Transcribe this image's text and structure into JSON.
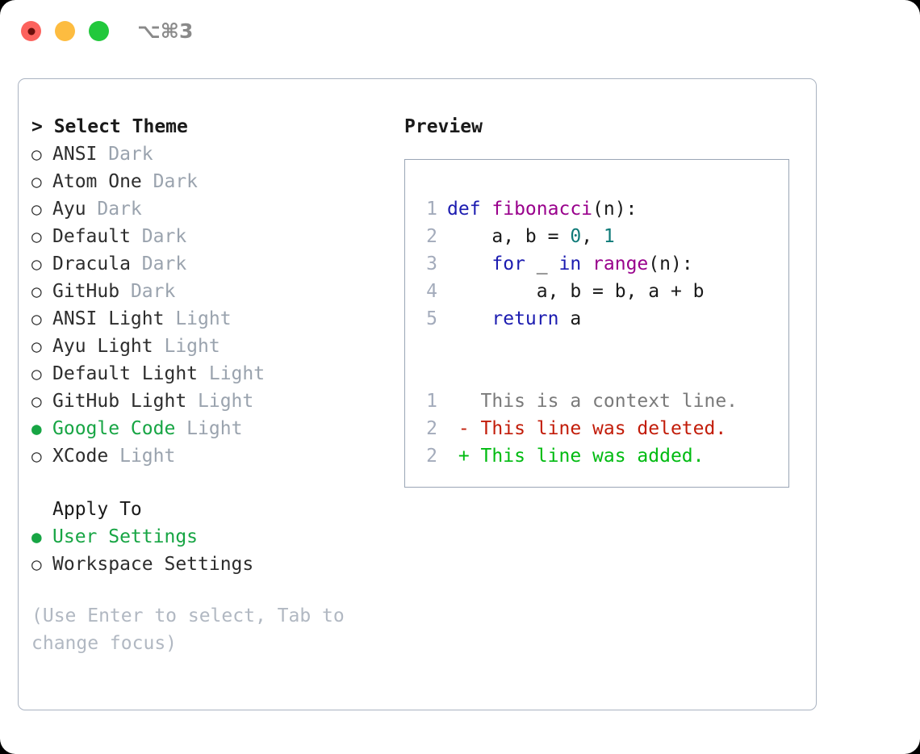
{
  "titlebar": {
    "shortcut": "⌥⌘3",
    "buttons": [
      {
        "name": "close",
        "color": "#fc625d"
      },
      {
        "name": "minimize",
        "color": "#fdbc40"
      },
      {
        "name": "zoom",
        "color": "#22c83c"
      }
    ]
  },
  "theme_picker": {
    "prompt": ">",
    "title": "> Select Theme",
    "marker_unselected": "○",
    "marker_selected": "●",
    "options": [
      {
        "name": "ANSI",
        "variant": "Dark",
        "selected": false
      },
      {
        "name": "Atom One",
        "variant": "Dark",
        "selected": false
      },
      {
        "name": "Ayu",
        "variant": "Dark",
        "selected": false
      },
      {
        "name": "Default",
        "variant": "Dark",
        "selected": false
      },
      {
        "name": "Dracula",
        "variant": "Dark",
        "selected": false
      },
      {
        "name": "GitHub",
        "variant": "Dark",
        "selected": false
      },
      {
        "name": "ANSI Light",
        "variant": "Light",
        "selected": false
      },
      {
        "name": "Ayu Light",
        "variant": "Light",
        "selected": false
      },
      {
        "name": "Default Light",
        "variant": "Light",
        "selected": false
      },
      {
        "name": "GitHub Light",
        "variant": "Light",
        "selected": false
      },
      {
        "name": "Google Code",
        "variant": "Light",
        "selected": true
      },
      {
        "name": "XCode",
        "variant": "Light",
        "selected": false
      }
    ]
  },
  "apply_to": {
    "label": "Apply To",
    "options": [
      {
        "name": "User Settings",
        "selected": true
      },
      {
        "name": "Workspace Settings",
        "selected": false
      }
    ]
  },
  "hint": "(Use Enter to select, Tab to change focus)",
  "preview": {
    "title": "Preview",
    "code_lines": [
      {
        "num": "1",
        "tokens": [
          {
            "t": "def ",
            "c": "kw"
          },
          {
            "t": "fibonacci",
            "c": "fn"
          },
          {
            "t": "(n):",
            "c": "pl"
          }
        ]
      },
      {
        "num": "2",
        "tokens": [
          {
            "t": "    a, b = ",
            "c": "pl"
          },
          {
            "t": "0",
            "c": "num"
          },
          {
            "t": ", ",
            "c": "pl"
          },
          {
            "t": "1",
            "c": "num"
          }
        ]
      },
      {
        "num": "3",
        "tokens": [
          {
            "t": "    ",
            "c": "pl"
          },
          {
            "t": "for",
            "c": "kw"
          },
          {
            "t": " _ ",
            "c": "pl"
          },
          {
            "t": "in",
            "c": "kw"
          },
          {
            "t": " ",
            "c": "pl"
          },
          {
            "t": "range",
            "c": "fn"
          },
          {
            "t": "(n):",
            "c": "pl"
          }
        ]
      },
      {
        "num": "4",
        "tokens": [
          {
            "t": "        a, b = b, a + b",
            "c": "pl"
          }
        ]
      },
      {
        "num": "5",
        "tokens": [
          {
            "t": "    ",
            "c": "pl"
          },
          {
            "t": "return",
            "c": "kw"
          },
          {
            "t": " a",
            "c": "pl"
          }
        ]
      }
    ],
    "diff_lines": [
      {
        "num": "1",
        "sign": " ",
        "text": " This is a context line.",
        "kind": "ctx"
      },
      {
        "num": "2",
        "sign": "-",
        "text": " This line was deleted.",
        "kind": "del"
      },
      {
        "num": "2",
        "sign": "+",
        "text": " This line was added.",
        "kind": "add"
      }
    ]
  },
  "colors": {
    "accent_green": "#17a544",
    "keyword_blue": "#1c1cb0",
    "function_purple": "#99008c",
    "number_teal": "#0e7a78",
    "diff_delete": "#c21c09",
    "diff_add": "#00bb11",
    "muted_gray": "#9aa3ae",
    "border": "#aab3c1"
  }
}
